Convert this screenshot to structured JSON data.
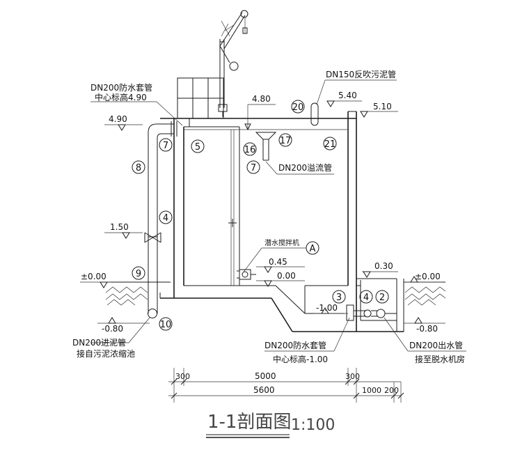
{
  "labels": {
    "sleeve_top_name": "DN200防水套管",
    "sleeve_top_elev": "中心标高4.90",
    "backwash_pipe": "DN150反吹污泥管",
    "overflow_pipe": "DN200溢流管",
    "mixer": "潜水搅拌机",
    "inlet_pipe": "DN200进泥管",
    "inlet_from": "接自污泥浓缩池",
    "sleeve_bot_name": "DN200防水套管",
    "sleeve_bot_elev": "中心标高-1.00",
    "outlet_pipe": "DN200出水管",
    "outlet_to": "接至脱水机房"
  },
  "elevations": {
    "e_4_80": "4.80",
    "e_5_40": "5.40",
    "e_5_10": "5.10",
    "e_4_90": "4.90",
    "e_1_50": "1.50",
    "e_0_45": "0.45",
    "e_0_00_in": "0.00",
    "e_0_00_left": "±0.00",
    "e_0_00_right": "±0.00",
    "e_0_30": "0.30",
    "e_m1_00": "-1.00",
    "e_m0_80_left": "-0.80",
    "e_m0_80_right": "-0.80"
  },
  "marks": {
    "m20": "20",
    "m21": "21",
    "m7a": "7",
    "m5": "5",
    "m16": "16",
    "m17": "17",
    "m7b": "7",
    "m8": "8",
    "m4a": "4",
    "m9": "9",
    "m10": "10",
    "mA": "A",
    "m3": "3",
    "m4b": "4",
    "m2": "2"
  },
  "dimensions": {
    "d300_left": "300",
    "d5000": "5000",
    "d300_right": "300",
    "d5600": "5600",
    "d1000": "1000",
    "d200": "200"
  },
  "title": {
    "text": "1-1剖面图",
    "scale": "1:100"
  }
}
